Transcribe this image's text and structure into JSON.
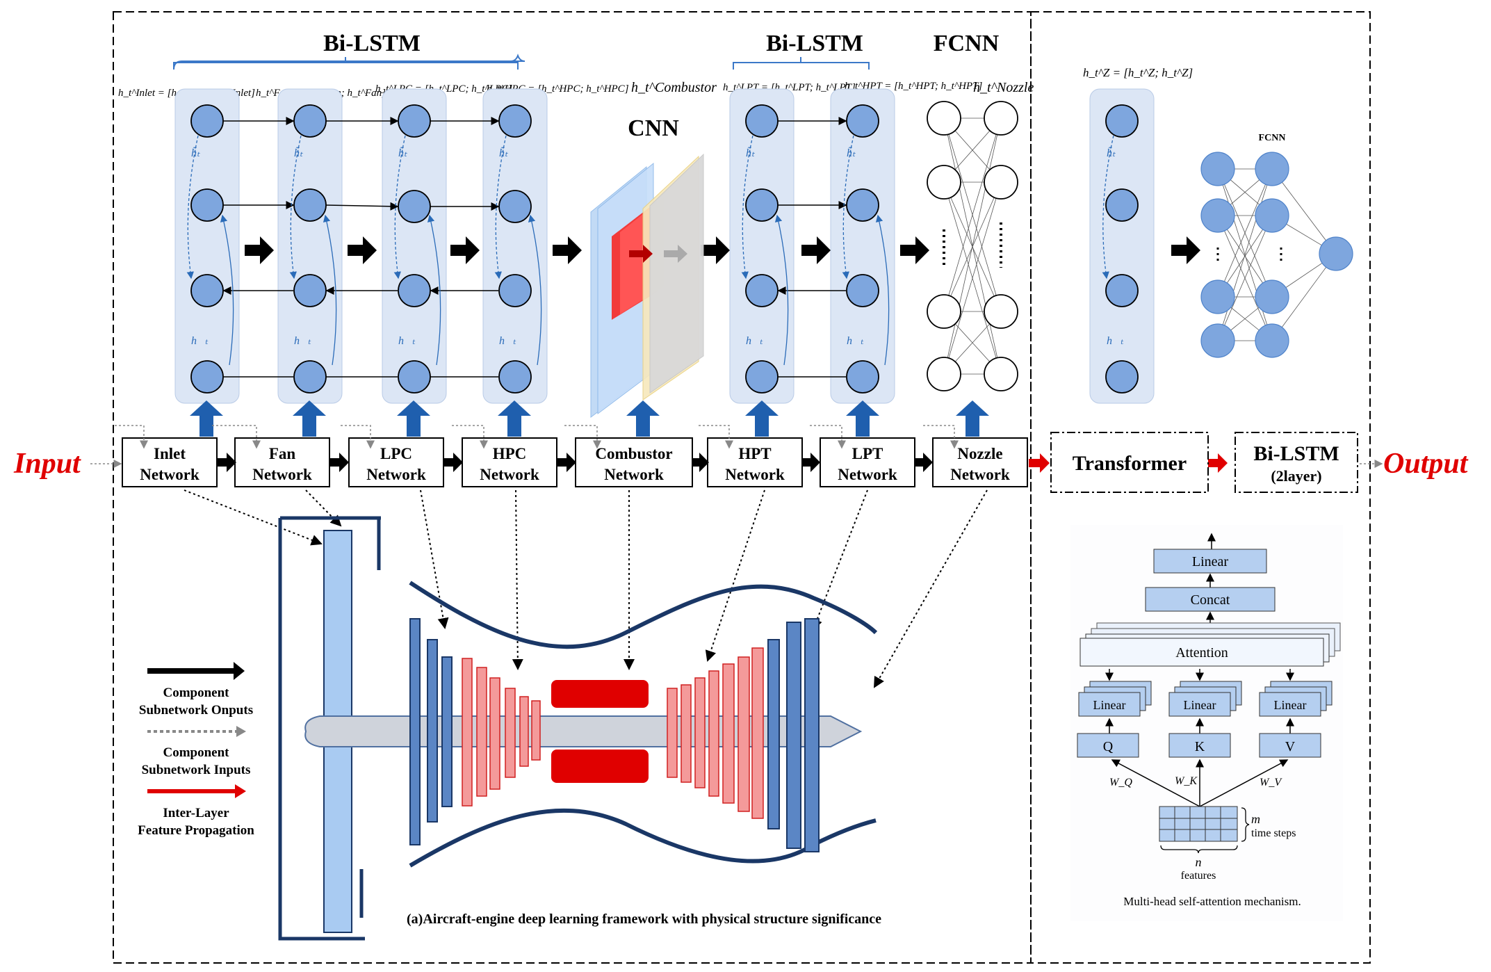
{
  "top_labels": {
    "bilstm_left": "Bi-LSTM",
    "bilstm_right": "Bi-LSTM",
    "fcnn": "FCNN",
    "cnn": "CNN"
  },
  "hidden_state_labels": {
    "inlet": "h_t^Inlet = [h_t^Inlet; h_t^Inlet]",
    "fan": "h_t^Fan = [h_t^Fan; h_t^Fan]",
    "lpc": "h_t^LPC = [h_t^LPC; h_t^LPC]",
    "hpc": "h_t^HPC = [h_t^HPC; h_t^HPC]",
    "combustor": "h_t^Combustor",
    "lpt": "h_t^LPT = [h_t^LPT; h_t^LPT]",
    "hpt": "h_t^HPT = [h_t^HPT; h_t^HPT]",
    "nozzle": "h_t^Nozzle",
    "z": "h_t^Z = [h_t^Z; h_t^Z]"
  },
  "networks": [
    {
      "line1": "Inlet",
      "line2": "Network"
    },
    {
      "line1": "Fan",
      "line2": "Network"
    },
    {
      "line1": "LPC",
      "line2": "Network"
    },
    {
      "line1": "HPC",
      "line2": "Network"
    },
    {
      "line1": "Combustor",
      "line2": "Network"
    },
    {
      "line1": "HPT",
      "line2": "Network"
    },
    {
      "line1": "LPT",
      "line2": "Network"
    },
    {
      "line1": "Nozzle",
      "line2": "Network"
    }
  ],
  "io": {
    "input": "Input",
    "output": "Output"
  },
  "right_blocks": {
    "transformer": "Transformer",
    "bilstm": "Bi-LSTM",
    "bilstm_sub": "(2layer)",
    "fcnn_small": "FCNN"
  },
  "legend": {
    "solid_line1": "Component",
    "solid_line2": "Subnetwork Onputs",
    "dotted_line1": "Component",
    "dotted_line2": "Subnetwork Inputs",
    "red_line1": "Inter-Layer",
    "red_line2": "Feature Propagation"
  },
  "caption": "(a)Aircraft-engine deep learning framework with physical structure significance",
  "attention": {
    "linear_top": "Linear",
    "concat": "Concat",
    "attention": "Attention",
    "linear": "Linear",
    "q": "Q",
    "k": "K",
    "v": "V",
    "wq": "W_Q",
    "wk": "W_K",
    "wv": "W_V",
    "m": "m",
    "time_steps": "time steps",
    "n": "n",
    "features": "features",
    "caption": "Multi-head self-attention mechanism."
  },
  "colors": {
    "node_fill": "#7ea6de",
    "panel_fill": "#dce6f5",
    "arrow_blue": "#1f5fae",
    "red": "#e00000",
    "engine_blue": "#1a3766",
    "stage_pink": "#f49a9a",
    "stage_blue": "#5b86c5"
  }
}
